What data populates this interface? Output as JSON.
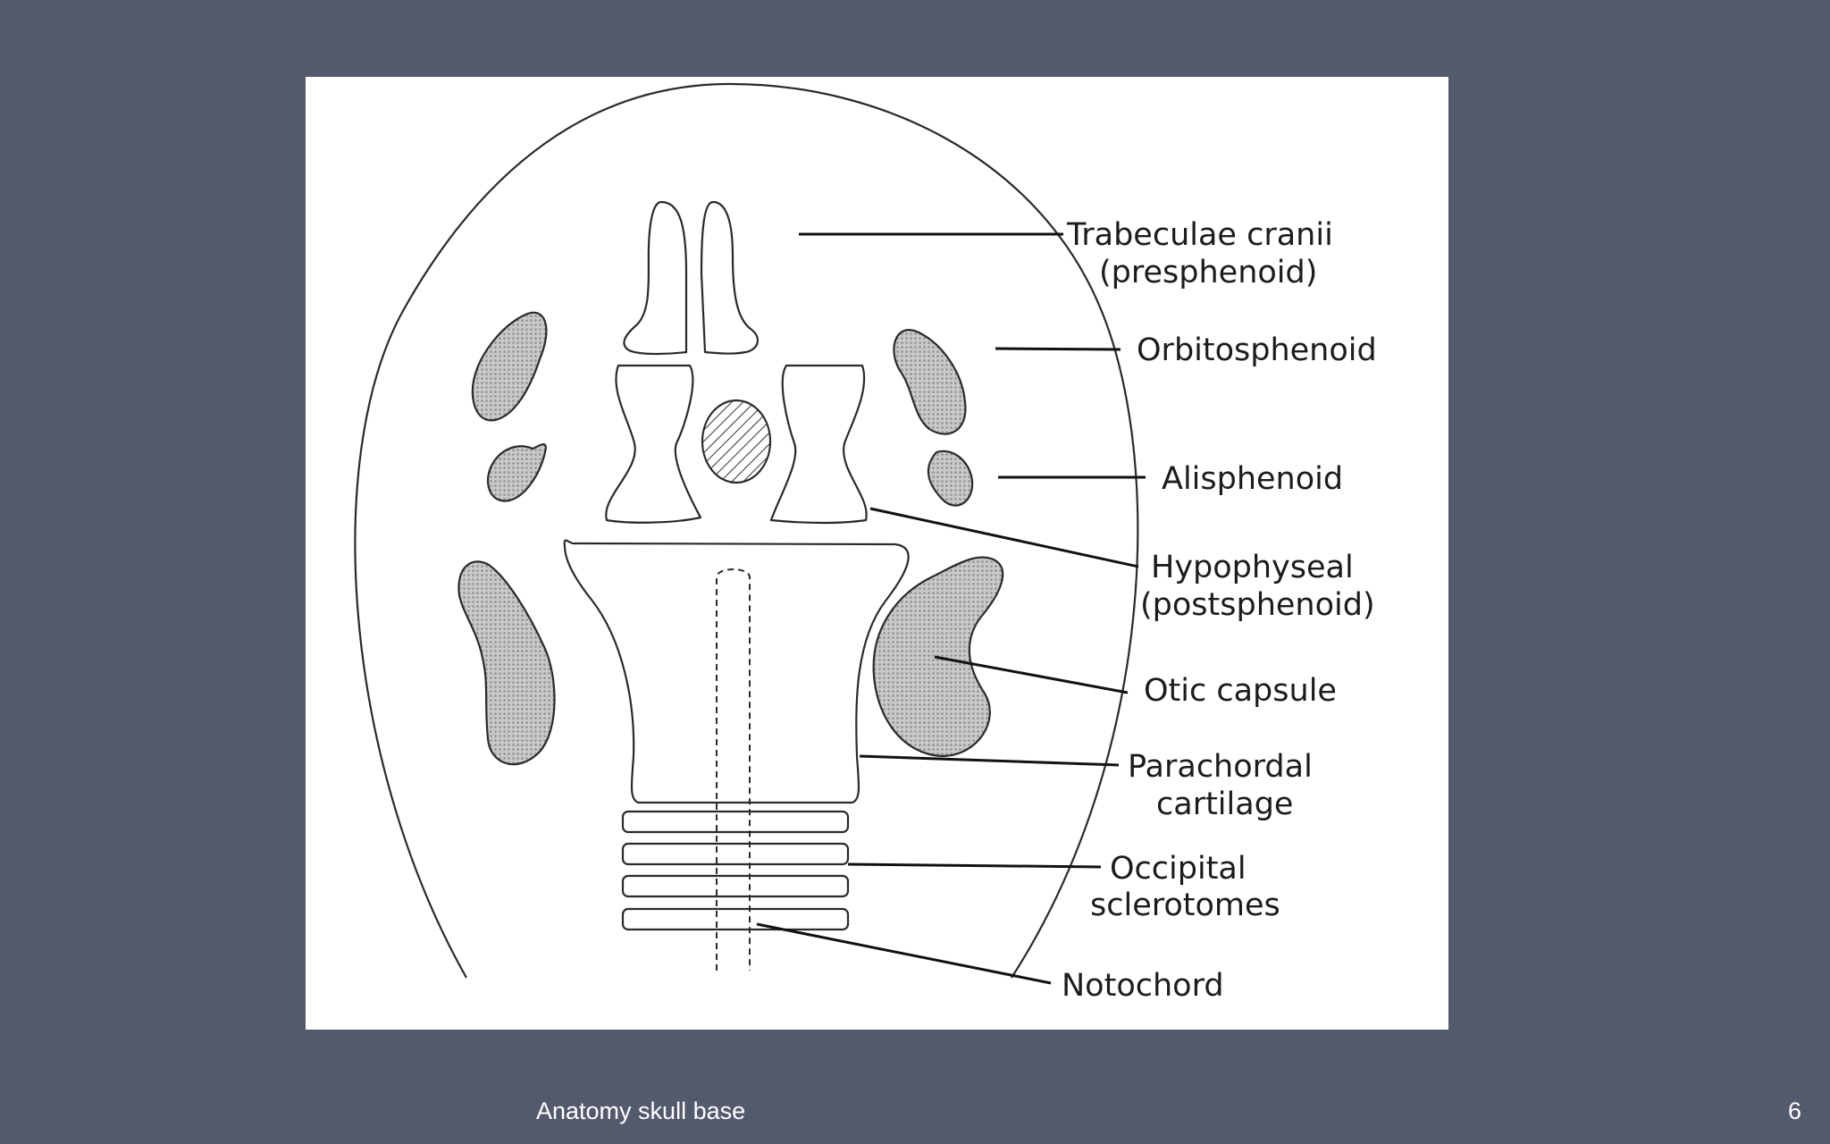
{
  "slide": {
    "footer_title": "Anatomy skull base",
    "page_number": "6"
  },
  "diagram": {
    "labels": {
      "trabeculae": [
        "Trabeculae cranii",
        "(presphenoid)"
      ],
      "orbitosphenoid": "Orbitosphenoid",
      "alisphenoid": "Alisphenoid",
      "hypophyseal": [
        "Hypophyseal",
        "(postsphenoid)"
      ],
      "otic": "Otic capsule",
      "parachordal": [
        "Parachordal",
        "cartilage"
      ],
      "occipital": [
        "Occipital",
        "sclerotomes"
      ],
      "notochord": "Notochord"
    }
  },
  "colors": {
    "slide_background": "#545a6e",
    "figure_background": "#ffffff",
    "stipple_fill": "#bdbdbd"
  }
}
